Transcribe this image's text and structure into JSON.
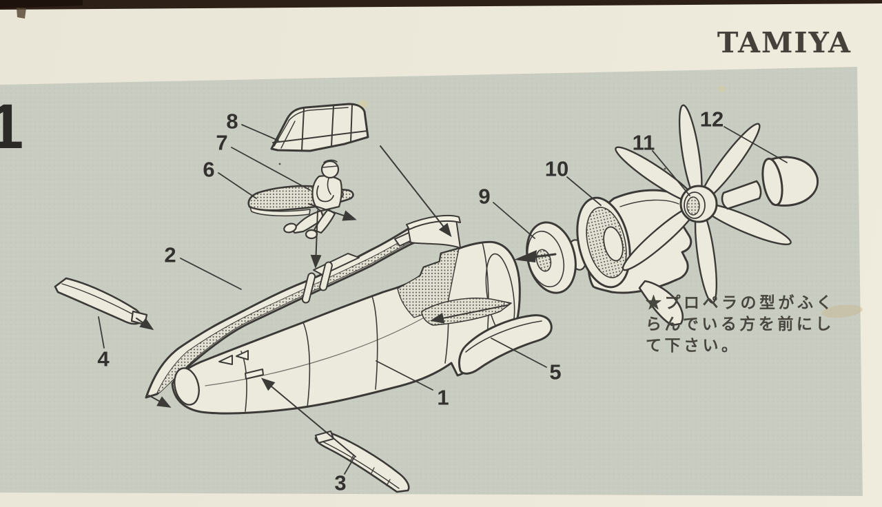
{
  "document": {
    "brand_logo": "TAMIYA",
    "step_number": "1",
    "note": {
      "lines": [
        "★プロペラの型がふく",
        "らんでいる方を前にし",
        "て下さい。"
      ],
      "full_text": "★プロペラの型がふくらんでいる方を前にして下さい。"
    },
    "callouts": [
      {
        "label": "1"
      },
      {
        "label": "2"
      },
      {
        "label": "3"
      },
      {
        "label": "4"
      },
      {
        "label": "5"
      },
      {
        "label": "6"
      },
      {
        "label": "7"
      },
      {
        "label": "8"
      },
      {
        "label": "9"
      },
      {
        "label": "10"
      },
      {
        "label": "11"
      },
      {
        "label": "12"
      }
    ],
    "colors": {
      "paper": "#ebe7d9",
      "diagram_panel": "#c8ccc1",
      "line_ink": "#3b3a36",
      "label_ink": "#33322e",
      "table_edge": "#2d2017"
    }
  }
}
